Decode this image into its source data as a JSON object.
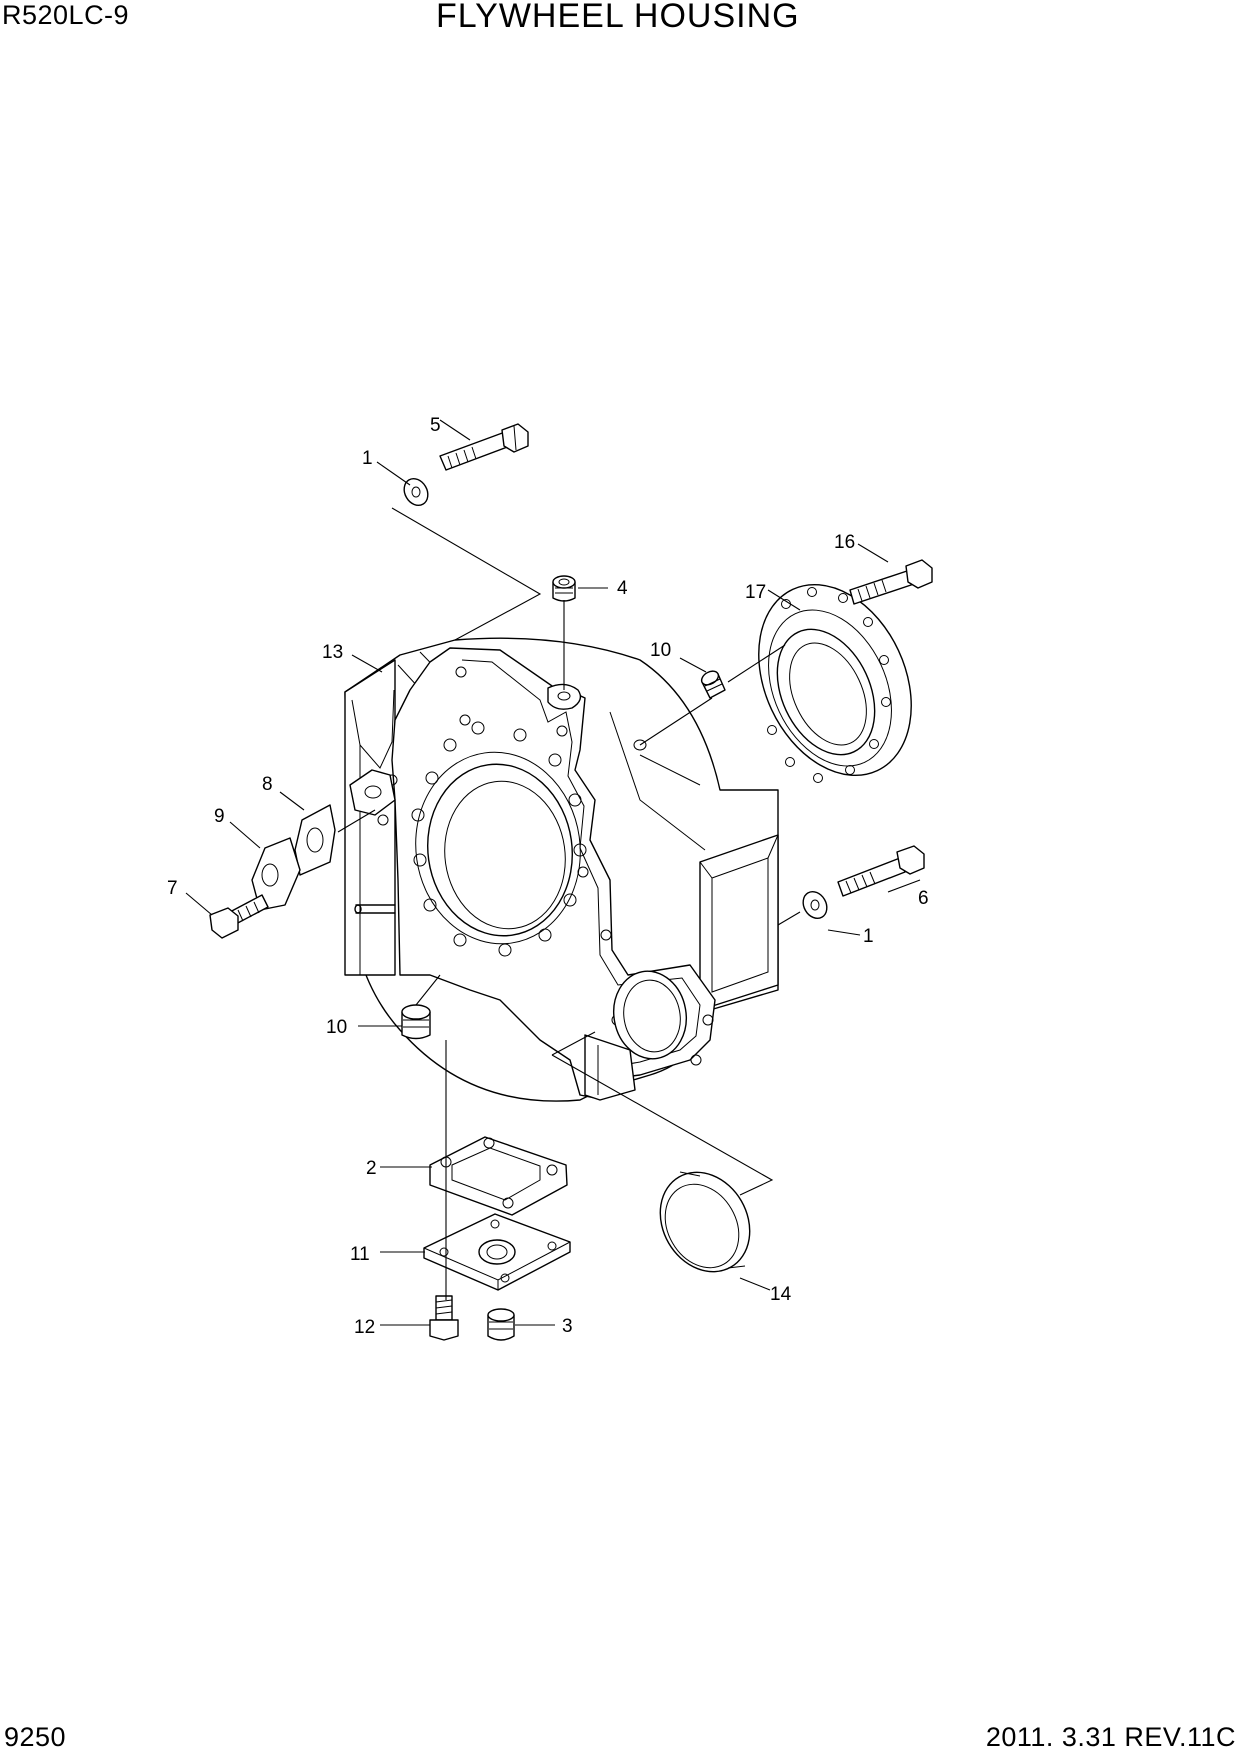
{
  "header": {
    "model": "R520LC-9",
    "title": "FLYWHEEL HOUSING"
  },
  "footer": {
    "page_number": "9250",
    "revision": "2011. 3.31  REV.11C"
  },
  "callouts": [
    {
      "id": "c1a",
      "label": "1"
    },
    {
      "id": "c5",
      "label": "5"
    },
    {
      "id": "c4",
      "label": "4"
    },
    {
      "id": "c16",
      "label": "16"
    },
    {
      "id": "c17",
      "label": "17"
    },
    {
      "id": "c10a",
      "label": "10"
    },
    {
      "id": "c13",
      "label": "13"
    },
    {
      "id": "c8",
      "label": "8"
    },
    {
      "id": "c9",
      "label": "9"
    },
    {
      "id": "c7",
      "label": "7"
    },
    {
      "id": "c6",
      "label": "6"
    },
    {
      "id": "c1b",
      "label": "1"
    },
    {
      "id": "c10b",
      "label": "10"
    },
    {
      "id": "c2",
      "label": "2"
    },
    {
      "id": "c11",
      "label": "11"
    },
    {
      "id": "c12",
      "label": "12"
    },
    {
      "id": "c3",
      "label": "3"
    },
    {
      "id": "c14",
      "label": "14"
    }
  ]
}
